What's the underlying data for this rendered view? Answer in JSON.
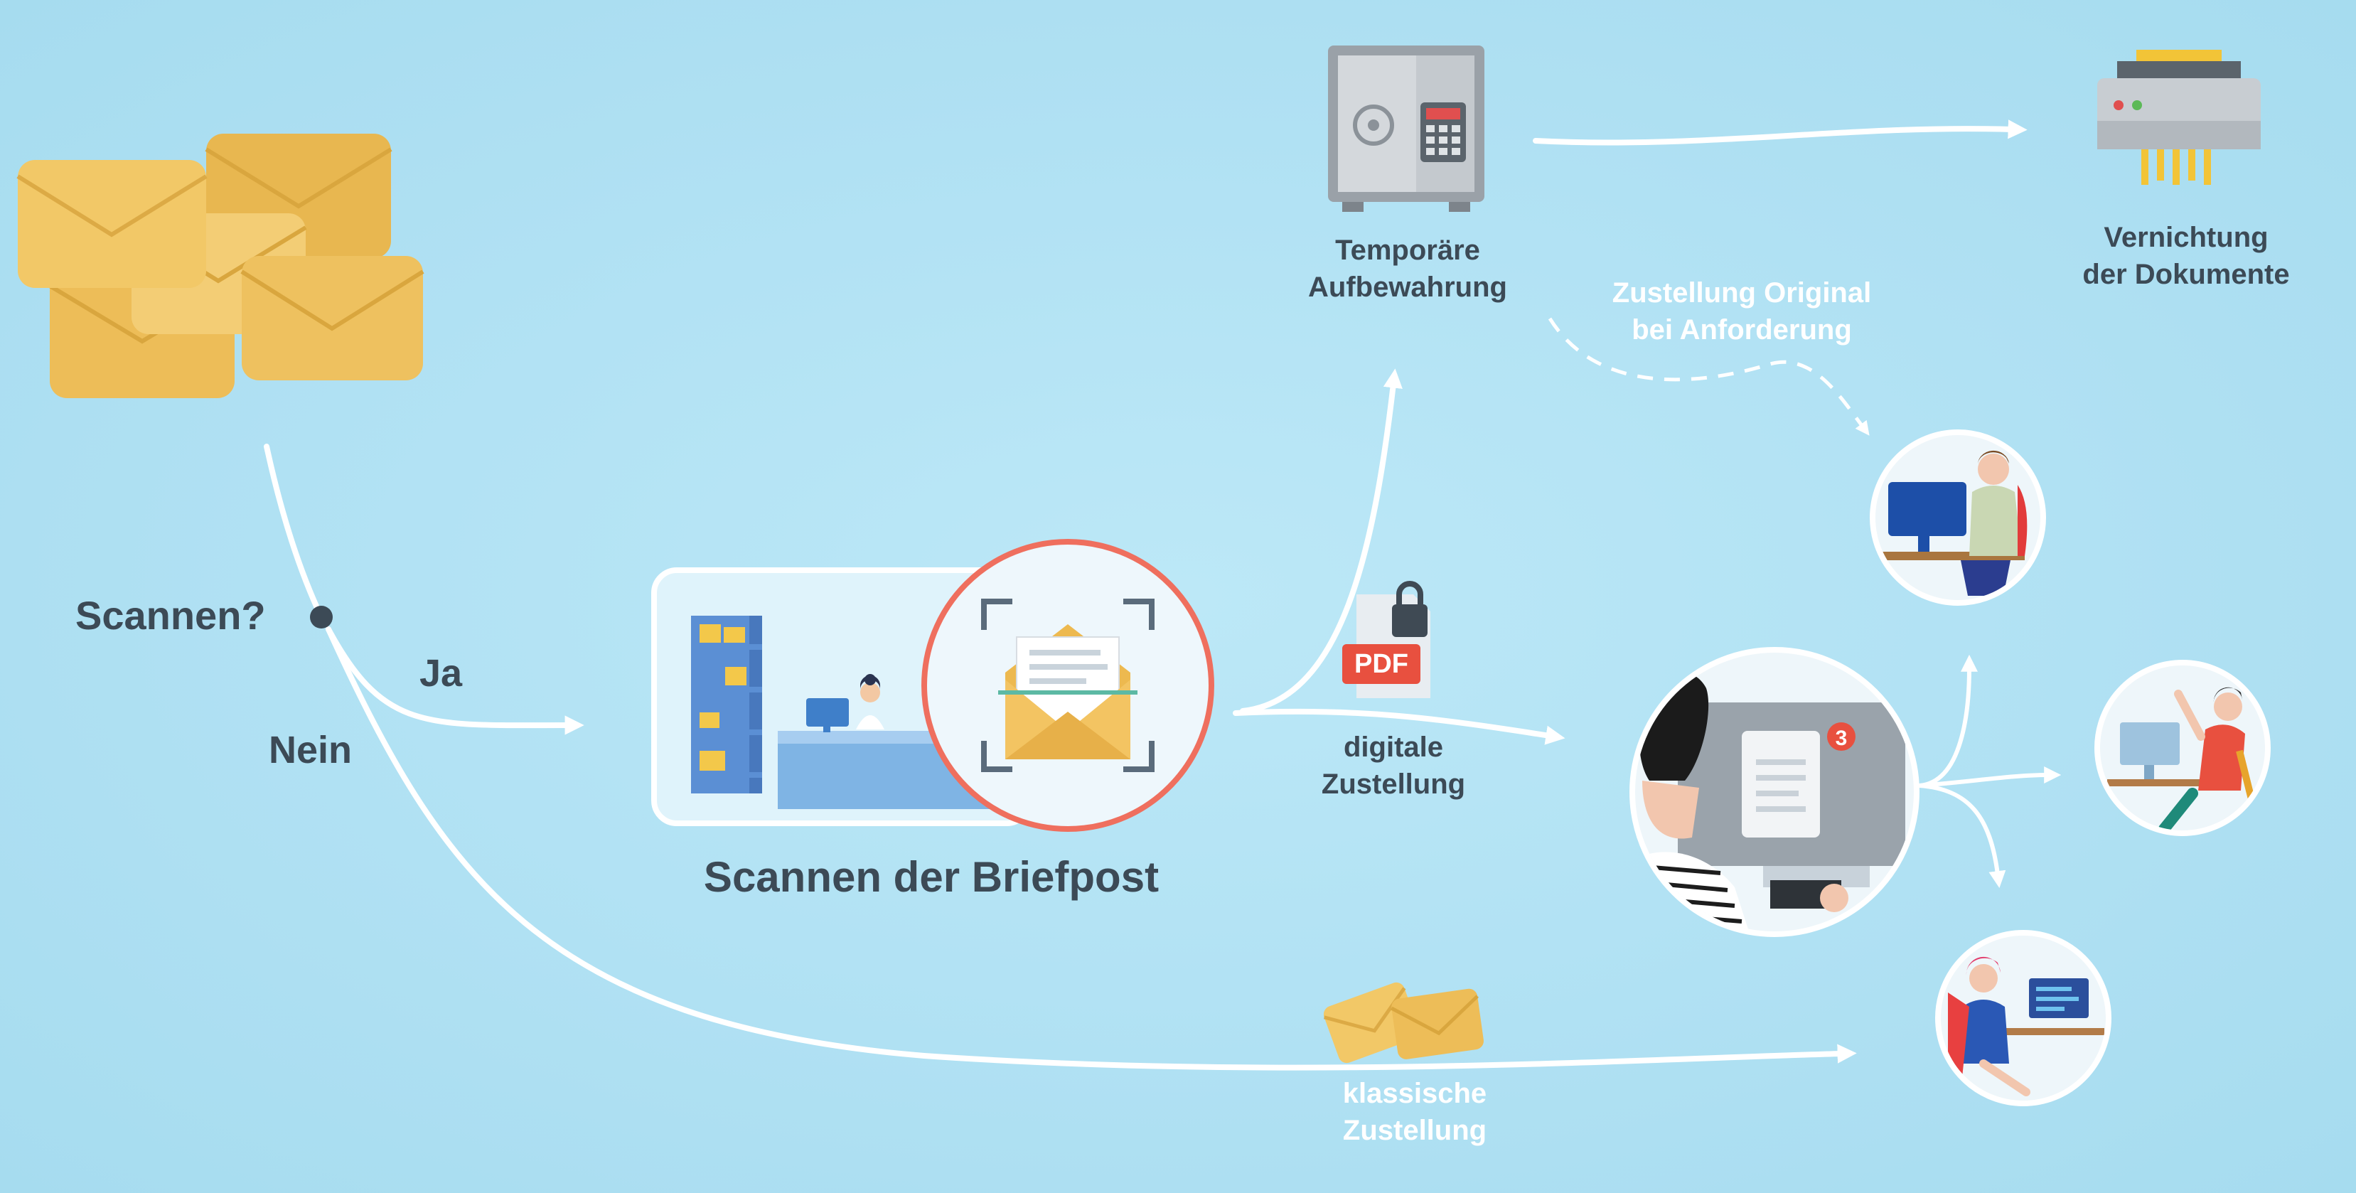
{
  "labels": {
    "scannen_question": "Scannen?",
    "ja": "Ja",
    "nein": "Nein",
    "scannen_briefpost": "Scannen der Briefpost",
    "temporaere_1": "Temporäre",
    "temporaere_2": "Aufbewahrung",
    "vernichtung_1": "Vernichtung",
    "vernichtung_2": "der Dokumente",
    "zustellung_original_1": "Zustellung Original",
    "zustellung_original_2": "bei Anforderung",
    "digitale_1": "digitale",
    "digitale_2": "Zustellung",
    "klassische_1": "klassische",
    "klassische_2": "Zustellung",
    "pdf": "PDF",
    "notification_count": "3"
  },
  "colors": {
    "background": "#b1e2f3",
    "text_dark": "#3c4a56",
    "text_white": "#ffffff",
    "envelope": "#f0c25e",
    "scan_ring": "#ef6f5e",
    "pdf_red": "#e8503f"
  },
  "icons": [
    "envelope-stack-icon",
    "safe-icon",
    "shredder-icon",
    "pdf-lock-icon",
    "scan-envelope-icon",
    "office-counter-icon",
    "laptop-notification-icon",
    "employee-icons",
    "small-envelopes-icon"
  ]
}
